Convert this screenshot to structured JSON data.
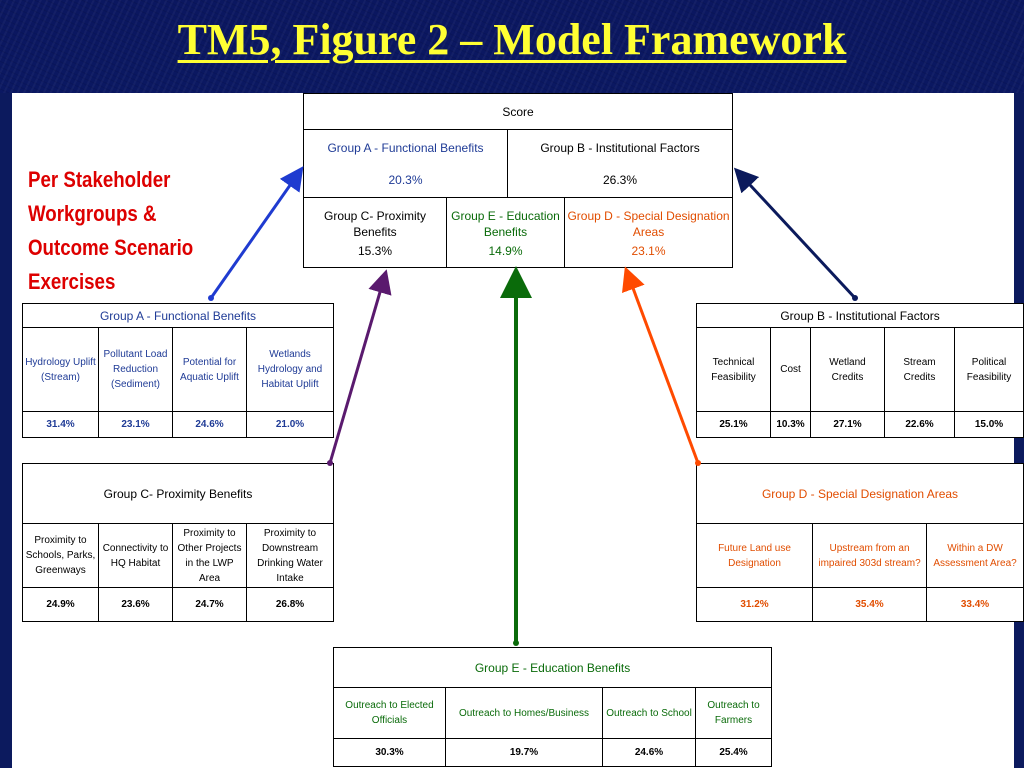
{
  "title": "TM5, Figure 2 – Model Framework",
  "caption": [
    "Per Stakeholder",
    "Workgroups &",
    "Outcome Scenario",
    "Exercises"
  ],
  "score_box": {
    "title": "Score",
    "group_a": {
      "label": "Group A - Functional Benefits",
      "value": "20.3%"
    },
    "group_b": {
      "label": "Group B - Institutional Factors",
      "value": "26.3%"
    },
    "group_c": {
      "label": "Group C- Proximity Benefits",
      "value": "15.3%"
    },
    "group_e": {
      "label": "Group E - Education Benefits",
      "value": "14.9%"
    },
    "group_d": {
      "label": "Group D - Special Designation Areas",
      "value": "23.1%"
    }
  },
  "group_a_table": {
    "title": "Group A - Functional Benefits",
    "columns": [
      {
        "label": "Hydrology Uplift (Stream)",
        "value": "31.4%"
      },
      {
        "label": "Pollutant Load Reduction (Sediment)",
        "value": "23.1%"
      },
      {
        "label": "Potential for Aquatic Uplift",
        "value": "24.6%"
      },
      {
        "label": "Wetlands Hydrology and Habitat Uplift",
        "value": "21.0%"
      }
    ]
  },
  "group_b_table": {
    "title": "Group B - Institutional Factors",
    "columns": [
      {
        "label": "Technical Feasibility",
        "value": "25.1%"
      },
      {
        "label": "Cost",
        "value": "10.3%"
      },
      {
        "label": "Wetland Credits",
        "value": "27.1%"
      },
      {
        "label": "Stream Credits",
        "value": "22.6%"
      },
      {
        "label": "Political Feasibility",
        "value": "15.0%"
      }
    ]
  },
  "group_c_table": {
    "title": "Group C- Proximity Benefits",
    "columns": [
      {
        "label": "Proximity to Schools, Parks, Greenways",
        "value": "24.9%"
      },
      {
        "label": "Connectivity to HQ Habitat",
        "value": "23.6%"
      },
      {
        "label": "Proximity to Other Projects in the LWP Area",
        "value": "24.7%"
      },
      {
        "label": "Proximity to Downstream Drinking Water Intake",
        "value": "26.8%"
      }
    ]
  },
  "group_d_table": {
    "title": "Group D - Special Designation Areas",
    "columns": [
      {
        "label": "Future Land use Designation",
        "value": "31.2%"
      },
      {
        "label": "Upstream from an impaired 303d stream?",
        "value": "35.4%"
      },
      {
        "label": "Within a DW Assessment Area?",
        "value": "33.4%"
      }
    ]
  },
  "group_e_table": {
    "title": "Group E - Education Benefits",
    "columns": [
      {
        "label": "Outreach to Elected Officials",
        "value": "30.3%"
      },
      {
        "label": "Outreach to Homes/Business",
        "value": "19.7%"
      },
      {
        "label": "Outreach to School",
        "value": "24.6%"
      },
      {
        "label": "Outreach to Farmers",
        "value": "25.4%"
      }
    ]
  },
  "colors": {
    "background": "#0c1a5e",
    "title": "#ffff33",
    "caption": "#dd0000",
    "group_a": "#1f3b96",
    "group_b": "#0b1a5c",
    "group_c": "#5a1a6e",
    "group_d": "#ff4a00",
    "group_e": "#0a6b0a"
  }
}
